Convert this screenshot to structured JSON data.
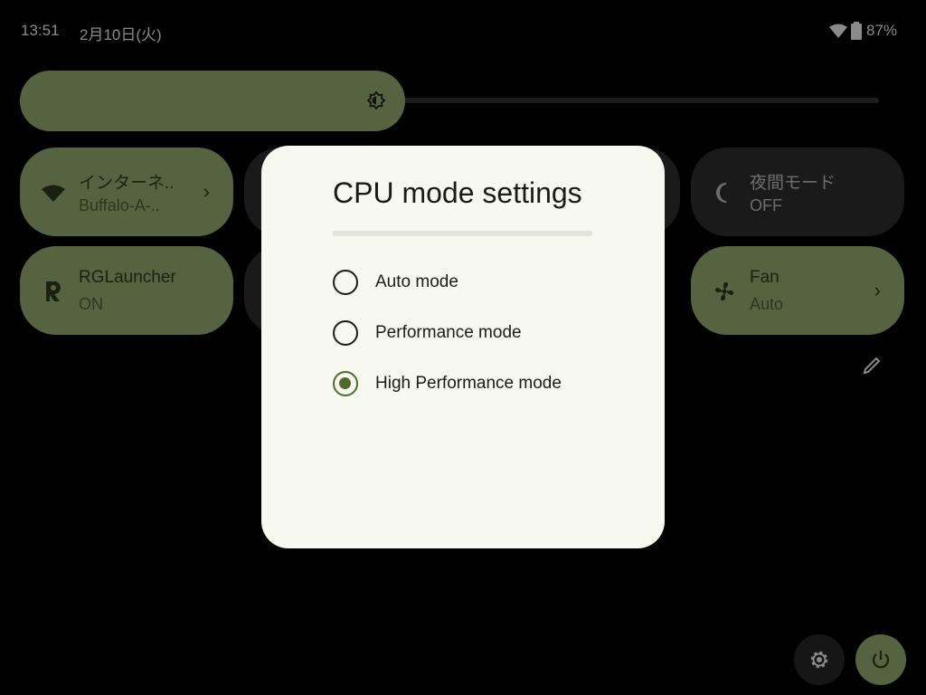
{
  "status_bar": {
    "time": "13:51",
    "date": "2月10日(火)",
    "battery": "87%"
  },
  "brightness": {
    "level_percent": 40
  },
  "tiles": [
    {
      "title": "インターネ..",
      "subtitle": "Buffalo-A-..",
      "icon": "wifi-icon",
      "active": true,
      "chevron": true
    },
    {
      "title": "夜間モード",
      "subtitle": "OFF",
      "icon": "moon-icon",
      "active": false
    },
    {
      "title": "RGLauncher",
      "subtitle": "ON",
      "icon": "rg-launcher-icon",
      "active": true
    },
    {
      "title": "Fan",
      "subtitle": "Auto",
      "icon": "fan-icon",
      "active": true,
      "chevron": true
    }
  ],
  "chevron": "›",
  "dialog": {
    "title": "CPU mode settings",
    "options": [
      {
        "label": "Auto mode",
        "selected": false
      },
      {
        "label": "Performance mode",
        "selected": false
      },
      {
        "label": "High Performance mode",
        "selected": true
      }
    ]
  },
  "colors": {
    "accent": "#566341",
    "dialog_bg": "#f7f8ef",
    "radio_selected": "#4f6b2e"
  }
}
